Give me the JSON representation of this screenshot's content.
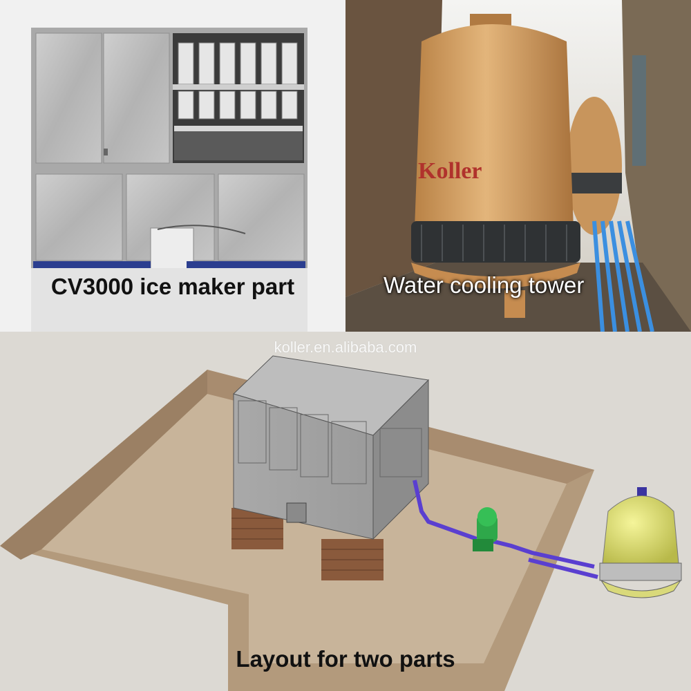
{
  "panels": {
    "ice_maker": {
      "caption": "CV3000 ice maker part"
    },
    "cooling_tower": {
      "caption": "Water cooling tower",
      "brand_text": "Koller"
    },
    "layout": {
      "caption": "Layout for two parts"
    }
  },
  "watermark": "koller.en.alibaba.com",
  "colors": {
    "steel": "#b9b9b9",
    "tower_tan": "#d9a76a",
    "tower_green": "#dfe07a",
    "pipe_purple": "#5a3fd0",
    "pump_green": "#2ea84a",
    "brick": "#8a5a3c",
    "pit_floor": "#c8b49a"
  },
  "icons": [
    "ice-maker-machine",
    "cooling-tower",
    "water-pump",
    "pipe"
  ]
}
